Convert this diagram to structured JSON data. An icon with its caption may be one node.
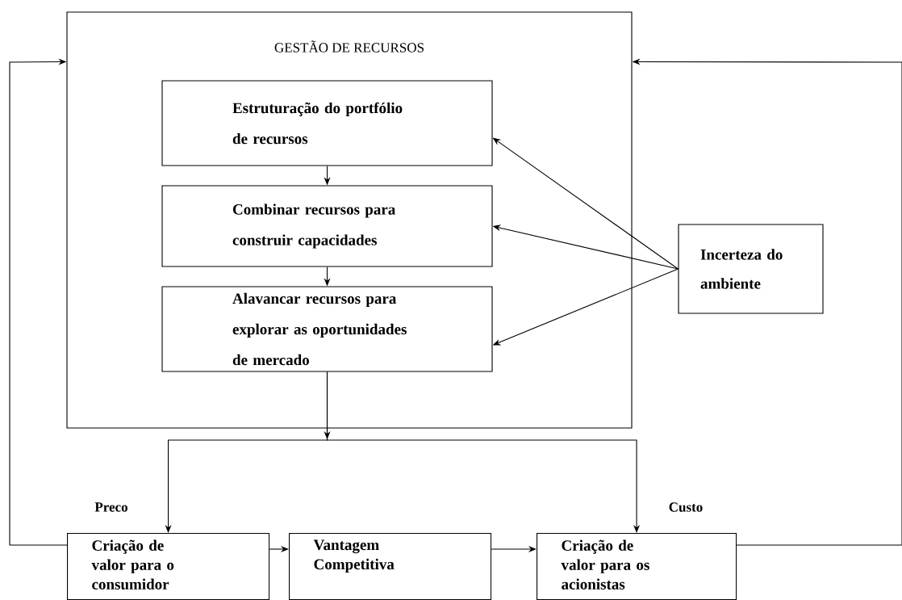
{
  "diagram": {
    "nodes": [
      {
        "text": [
          "GESTÃO DE RECURSOS"
        ]
      },
      {
        "text": [
          "Estruturação do portfólio de recursos"
        ],
        "in": 0
      },
      {
        "text": [
          "Combinar recursos para construir capacidades"
        ],
        "in": 0
      },
      {
        "text": [
          "Alavancar recursos para explorar as oportunidades de mercado"
        ],
        "in": 0
      },
      {
        "text": [
          "Incerteza do ambiente"
        ]
      },
      {
        "text": [
          "Criação de valor para o consumidor"
        ]
      },
      {
        "text": [
          "Vantagem Competitiva"
        ]
      },
      {
        "text": [
          "Criação de valor para os acionistas"
        ]
      }
    ],
    "edges": [
      {
        "from": 1,
        "to": 2,
        "arrow": "to"
      },
      {
        "from": 2,
        "to": 3,
        "arrow": "to"
      },
      {
        "from": 4,
        "to": 1,
        "arrow": "to"
      },
      {
        "from": 4,
        "to": 2,
        "arrow": "to"
      },
      {
        "from": 4,
        "to": 3,
        "arrow": "to"
      },
      {
        "from": 3,
        "to": 5,
        "arrow": "to",
        "label": "Preco"
      },
      {
        "from": 3,
        "to": 7,
        "arrow": "to",
        "label": "Custo"
      },
      {
        "from": 5,
        "to": 6,
        "arrow": "to"
      },
      {
        "from": 6,
        "to": 7,
        "arrow": "to"
      },
      {
        "from": 5,
        "to": 0,
        "arrow": "to"
      },
      {
        "from": 7,
        "to": 0,
        "arrow": "to"
      }
    ]
  }
}
